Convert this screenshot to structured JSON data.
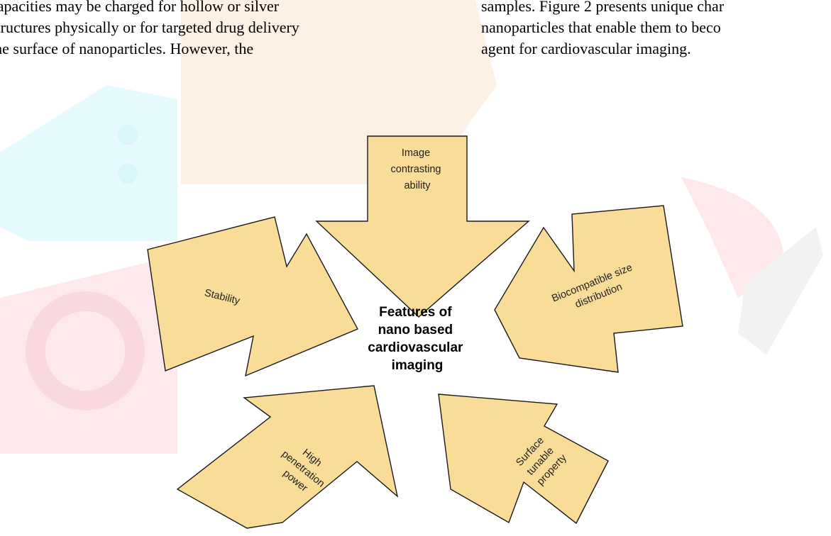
{
  "paragraph_left": {
    "lines": [
      "capacities may be charged for hollow or silver",
      "structures physically or for targeted drug delivery",
      "the surface of nanoparticles. However, the"
    ]
  },
  "paragraph_right": {
    "lines": [
      "samples. Figure 2 presents unique char",
      "nanoparticles that enable them to beco",
      "agent for cardiovascular imaging."
    ]
  },
  "diagram": {
    "center": [
      "Features of",
      "nano based",
      "cardiovascular",
      "imaging"
    ],
    "arrows": {
      "top": [
        "Image",
        "contrasting",
        "ability"
      ],
      "left": [
        "Stability"
      ],
      "right": [
        "Biocompatible size",
        "distribution"
      ],
      "bottom_left": [
        "High",
        "penetration",
        "power"
      ],
      "bottom_right": [
        "Surface",
        "tunable",
        "property"
      ]
    },
    "colors": {
      "arrow_fill": "#f8dc98",
      "arrow_stroke": "#1a1a1a"
    }
  }
}
